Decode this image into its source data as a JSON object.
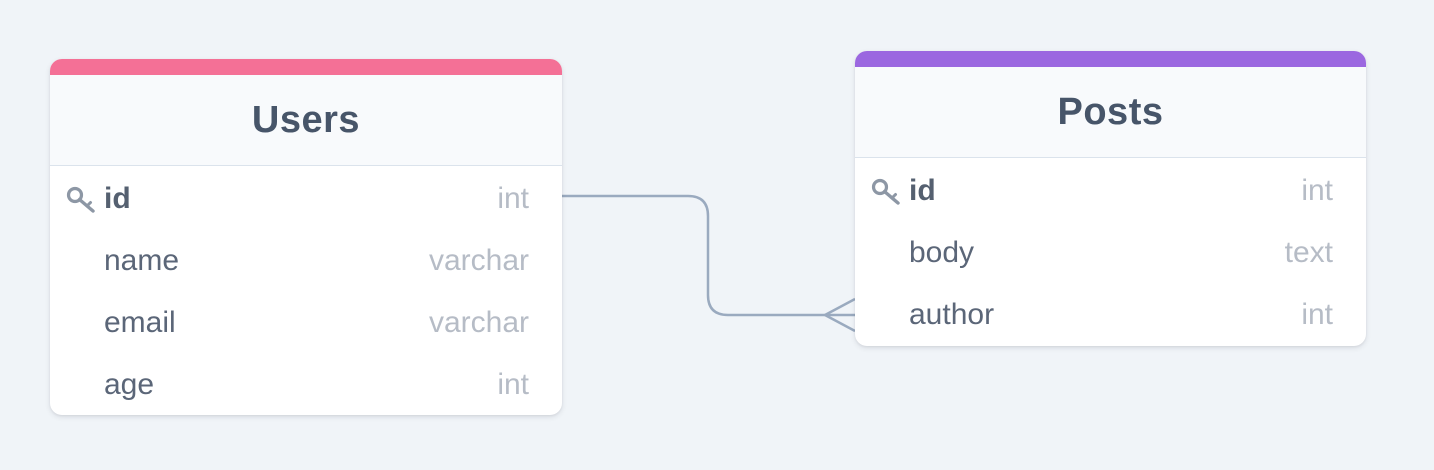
{
  "colors": {
    "background": "#f0f4f8",
    "users_accent": "#f47096",
    "posts_accent": "#9b67e0",
    "connector": "#9aaabf"
  },
  "icons": {
    "primary_key": "key-icon"
  },
  "tables": {
    "users": {
      "title": "Users",
      "columns": [
        {
          "name": "id",
          "type": "int",
          "primary_key": true
        },
        {
          "name": "name",
          "type": "varchar",
          "primary_key": false
        },
        {
          "name": "email",
          "type": "varchar",
          "primary_key": false
        },
        {
          "name": "age",
          "type": "int",
          "primary_key": false
        }
      ]
    },
    "posts": {
      "title": "Posts",
      "columns": [
        {
          "name": "id",
          "type": "int",
          "primary_key": true
        },
        {
          "name": "body",
          "type": "text",
          "primary_key": false
        },
        {
          "name": "author",
          "type": "int",
          "primary_key": false
        }
      ]
    }
  },
  "relations": [
    {
      "from": "users.id",
      "to": "posts.author",
      "cardinality": "one-to-many"
    }
  ]
}
